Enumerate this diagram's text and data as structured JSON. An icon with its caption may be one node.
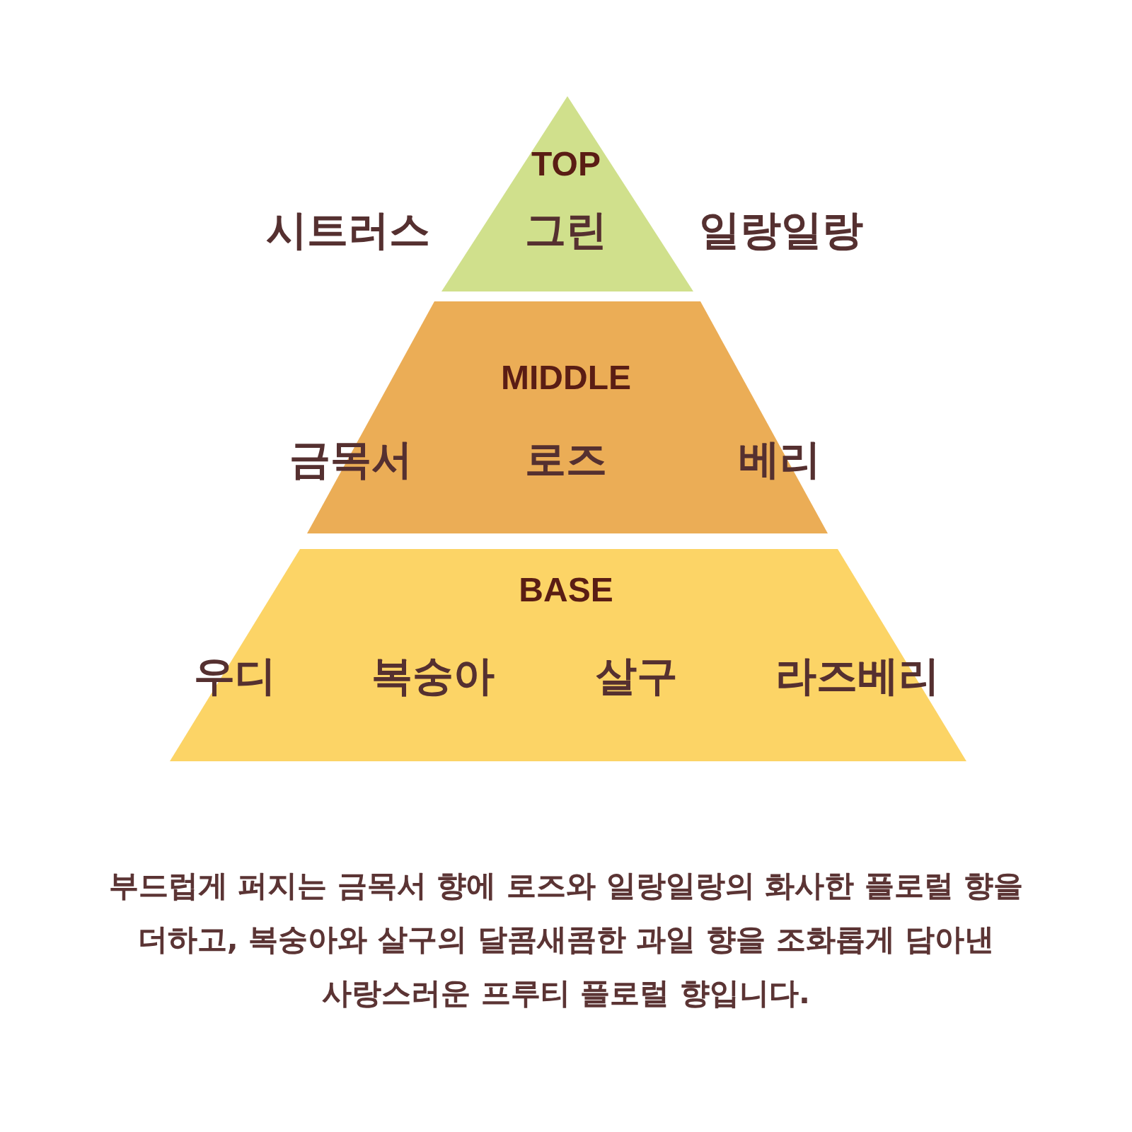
{
  "diagram": {
    "caption": "부드럽게 퍼지는 금목서 향에 로즈와 일랑일랑의 화사한 플로럴 향을 더하고, 복숭아와 살구의 달콤새콤한 과일 향을 조화롭게 담아낸 사랑스러운 프루티 플로럴 향입니다.",
    "nodes": [
      {
        "text": [
          "TOP",
          "그린"
        ],
        "beside": [
          "시트러스",
          "일랑일랑"
        ]
      },
      {
        "text": [
          "MIDDLE",
          "금목서",
          "로즈",
          "베리"
        ]
      },
      {
        "text": [
          "BASE",
          "우디",
          "복숭아",
          "살구",
          "라즈베리"
        ]
      }
    ]
  }
}
